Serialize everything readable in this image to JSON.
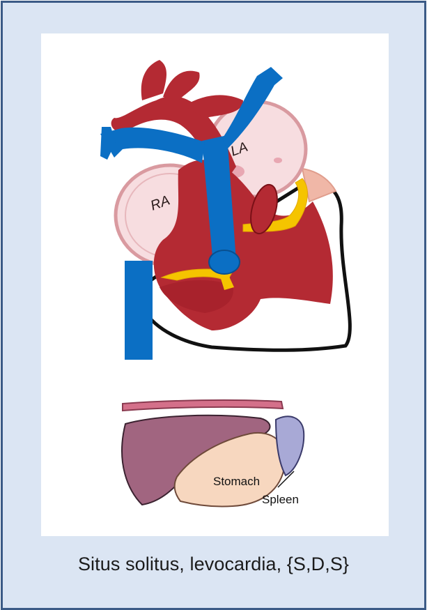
{
  "caption": "Situs solitus, levocardia, {S,D,S}",
  "labels": {
    "right_atrium": "RA",
    "left_atrium": "LA",
    "stomach": "Stomach",
    "spleen": "Spleen"
  },
  "colors": {
    "background": "#dbe5f3",
    "border": "#3b5a86",
    "vein": "#0b6fc4",
    "myocardium": "#b42a33",
    "atrium": "#f7dde0",
    "fat": "#f5c400",
    "liver": "#a16580",
    "stomach": "#f7d7bf",
    "spleen": "#a8a9d6"
  }
}
